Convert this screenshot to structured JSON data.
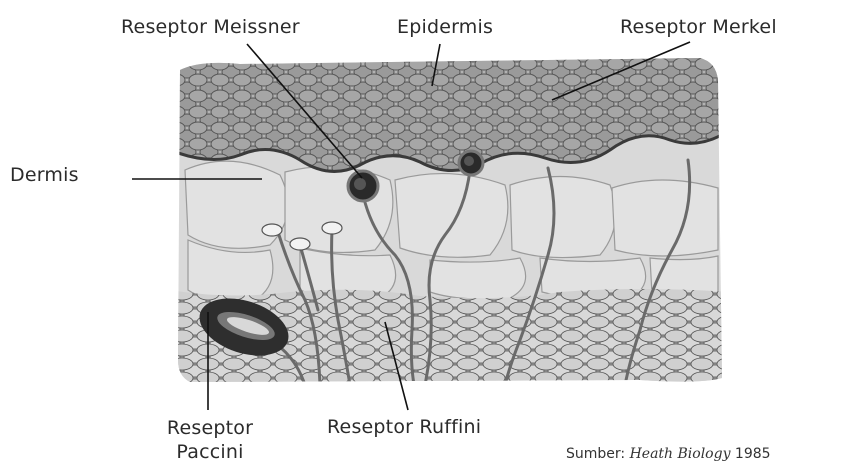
{
  "labels": {
    "meissner": "Reseptor Meissner",
    "epidermis": "Epidermis",
    "merkel": "Reseptor Merkel",
    "dermis": "Dermis",
    "paccini_line1": "Reseptor",
    "paccini_line2": "Paccini",
    "ruffini": "Reseptor Ruffini"
  },
  "source": {
    "prefix": "Sumber: ",
    "title": "Heath Biology",
    "year": " 1985"
  },
  "colors": {
    "epidermis_cell": "#a9a9a9",
    "epidermis_outline": "#4a4a4a",
    "dermis_fill": "#dcdcdc",
    "fat_cell": "#cfcfcf",
    "receptor_dark": "#2a2a2a",
    "text": "#2b2b2b"
  }
}
